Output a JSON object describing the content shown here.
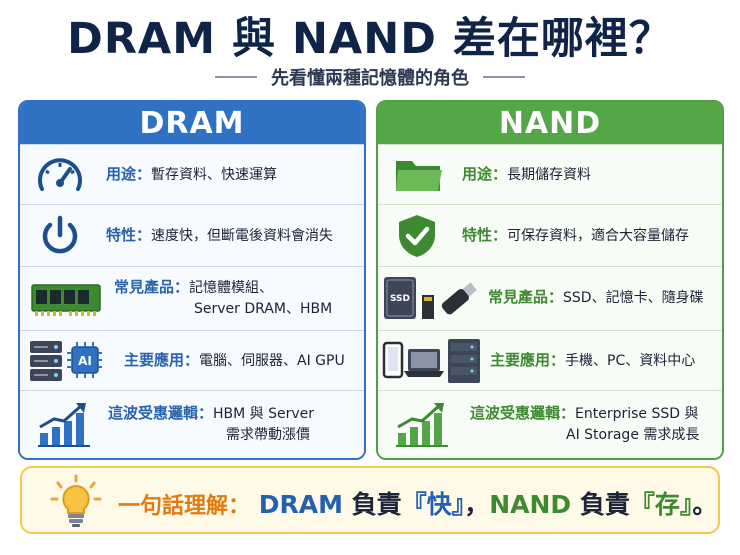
{
  "title": "DRAM 與 NAND 差在哪裡？",
  "subtitle": "先看懂兩種記憶體的角色",
  "dram": {
    "header": "DRAM",
    "rows": [
      {
        "label": "用途：",
        "text": "暫存資料、快速運算",
        "icon": "gauge-icon"
      },
      {
        "label": "特性：",
        "text": "速度快，但斷電後資料會消失",
        "icon": "power-icon"
      },
      {
        "label": "常見產品：",
        "text": "記憶體模組、",
        "text2": "Server DRAM、HBM",
        "icon": "ram-module-icon"
      },
      {
        "label": "主要應用：",
        "text": "電腦、伺服器、AI GPU",
        "icon": "server-ai-chip-icon"
      },
      {
        "label": "這波受惠邏輯：",
        "text": "HBM 與 Server",
        "text2": "需求帶動漲價",
        "icon": "growth-chart-icon"
      }
    ]
  },
  "nand": {
    "header": "NAND",
    "rows": [
      {
        "label": "用途：",
        "text": "長期儲存資料",
        "icon": "folder-icon"
      },
      {
        "label": "特性：",
        "text": "可保存資料，適合大容量儲存",
        "icon": "shield-check-icon"
      },
      {
        "label": "常見產品：",
        "text": "SSD、記憶卡、隨身碟",
        "icon": "ssd-card-usb-icon",
        "ssd_badge": "SSD"
      },
      {
        "label": "主要應用：",
        "text": "手機、PC、資料中心",
        "icon": "devices-icon"
      },
      {
        "label": "這波受惠邏輯：",
        "text": "Enterprise SSD 與",
        "text2": "AI Storage 需求成長",
        "icon": "growth-chart-icon"
      }
    ]
  },
  "footer": {
    "lead": "一句話理解：",
    "dram": "DRAM",
    "mid1": " 負責",
    "quick": "『快』",
    "comma": "，",
    "nand": "NAND",
    "mid2": " 負責",
    "store": "『存』",
    "end": "。",
    "icon": "lightbulb-icon"
  },
  "colors": {
    "dram_blue": "#2f72c4",
    "nand_green": "#55a646",
    "footer_border": "#f2c94c",
    "title_navy": "#0f2447"
  }
}
